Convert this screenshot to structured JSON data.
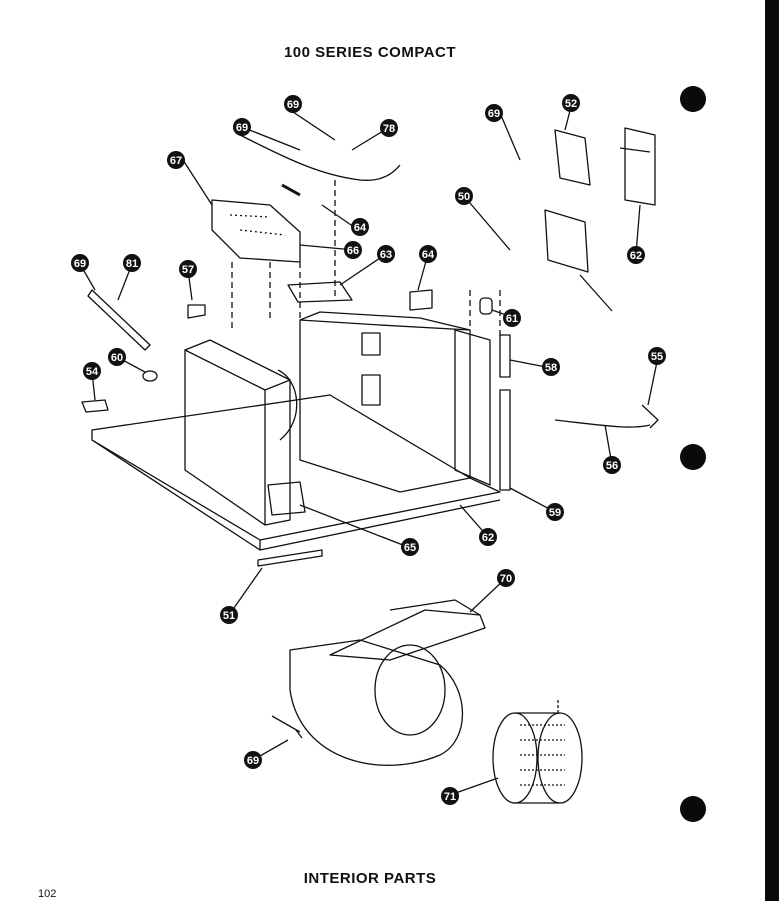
{
  "header": {
    "title": "100 SERIES COMPACT"
  },
  "footer": {
    "title": "INTERIOR PARTS",
    "page_number": "102"
  },
  "callouts": [
    "69",
    "69",
    "78",
    "69",
    "52",
    "67",
    "64",
    "50",
    "66",
    "63",
    "64",
    "62",
    "69",
    "81",
    "57",
    "61",
    "58",
    "55",
    "54",
    "60",
    "56",
    "59",
    "62",
    "65",
    "51",
    "70",
    "69",
    "71"
  ],
  "colors": {
    "ink": "#111111",
    "binding_bar": "#0a0a0a",
    "background": "#ffffff"
  }
}
